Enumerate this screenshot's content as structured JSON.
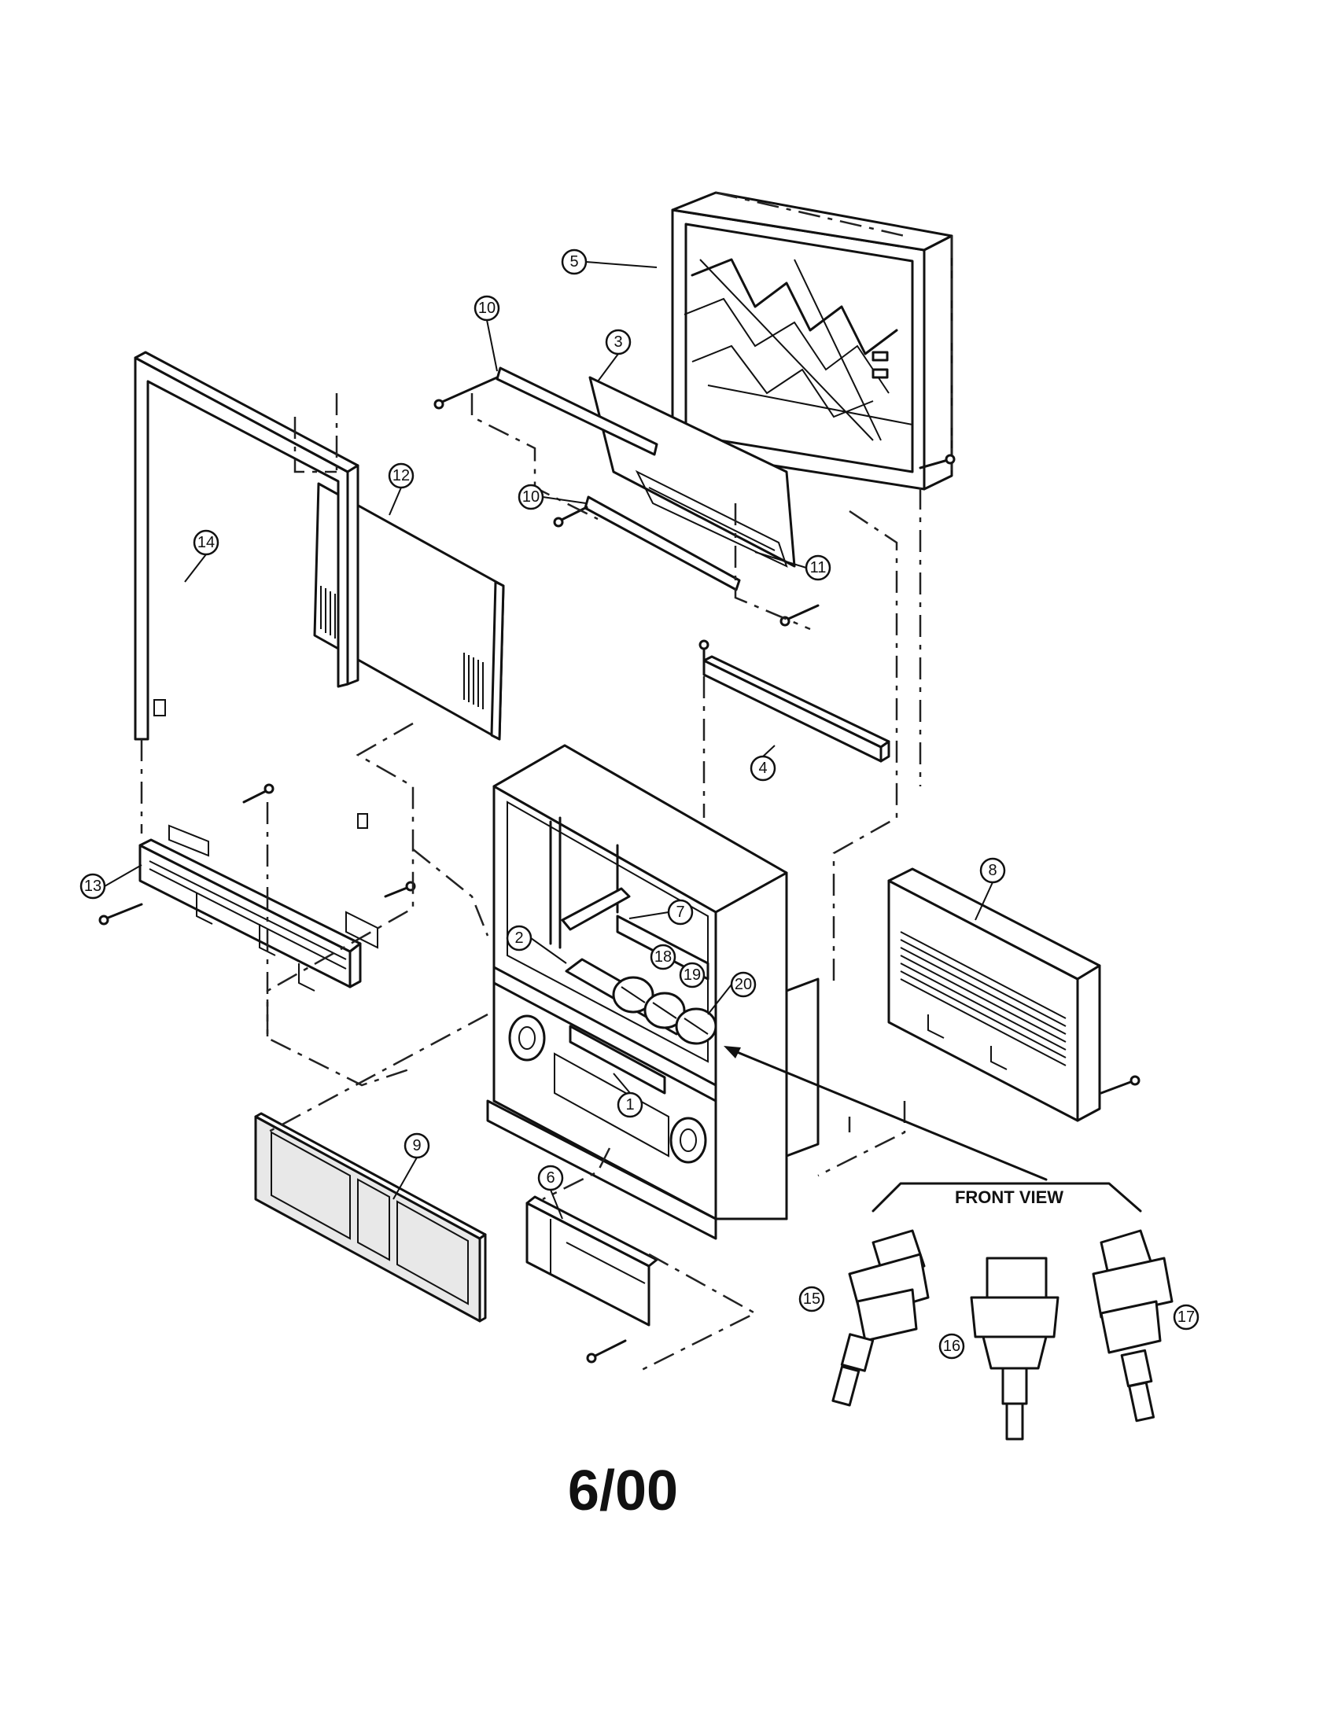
{
  "callouts": [
    "1",
    "2",
    "3",
    "4",
    "5",
    "6",
    "7",
    "8",
    "9",
    "10",
    "10",
    "11",
    "12",
    "13",
    "14",
    "15",
    "16",
    "17",
    "18",
    "19",
    "20"
  ],
  "front_view_label": "FRONT VIEW",
  "date_code": "6/00"
}
